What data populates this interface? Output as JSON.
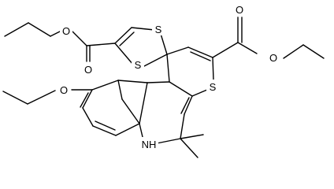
{
  "structure": {
    "atoms": [
      {
        "id": "S1",
        "label": "S"
      },
      {
        "id": "S2",
        "label": "S"
      },
      {
        "id": "S3",
        "label": "S"
      },
      {
        "id": "O1",
        "label": "O"
      },
      {
        "id": "O2",
        "label": "O"
      },
      {
        "id": "O3",
        "label": "O"
      },
      {
        "id": "O4",
        "label": "O"
      },
      {
        "id": "O5",
        "label": "O"
      },
      {
        "id": "NH",
        "label": "NH"
      }
    ]
  }
}
